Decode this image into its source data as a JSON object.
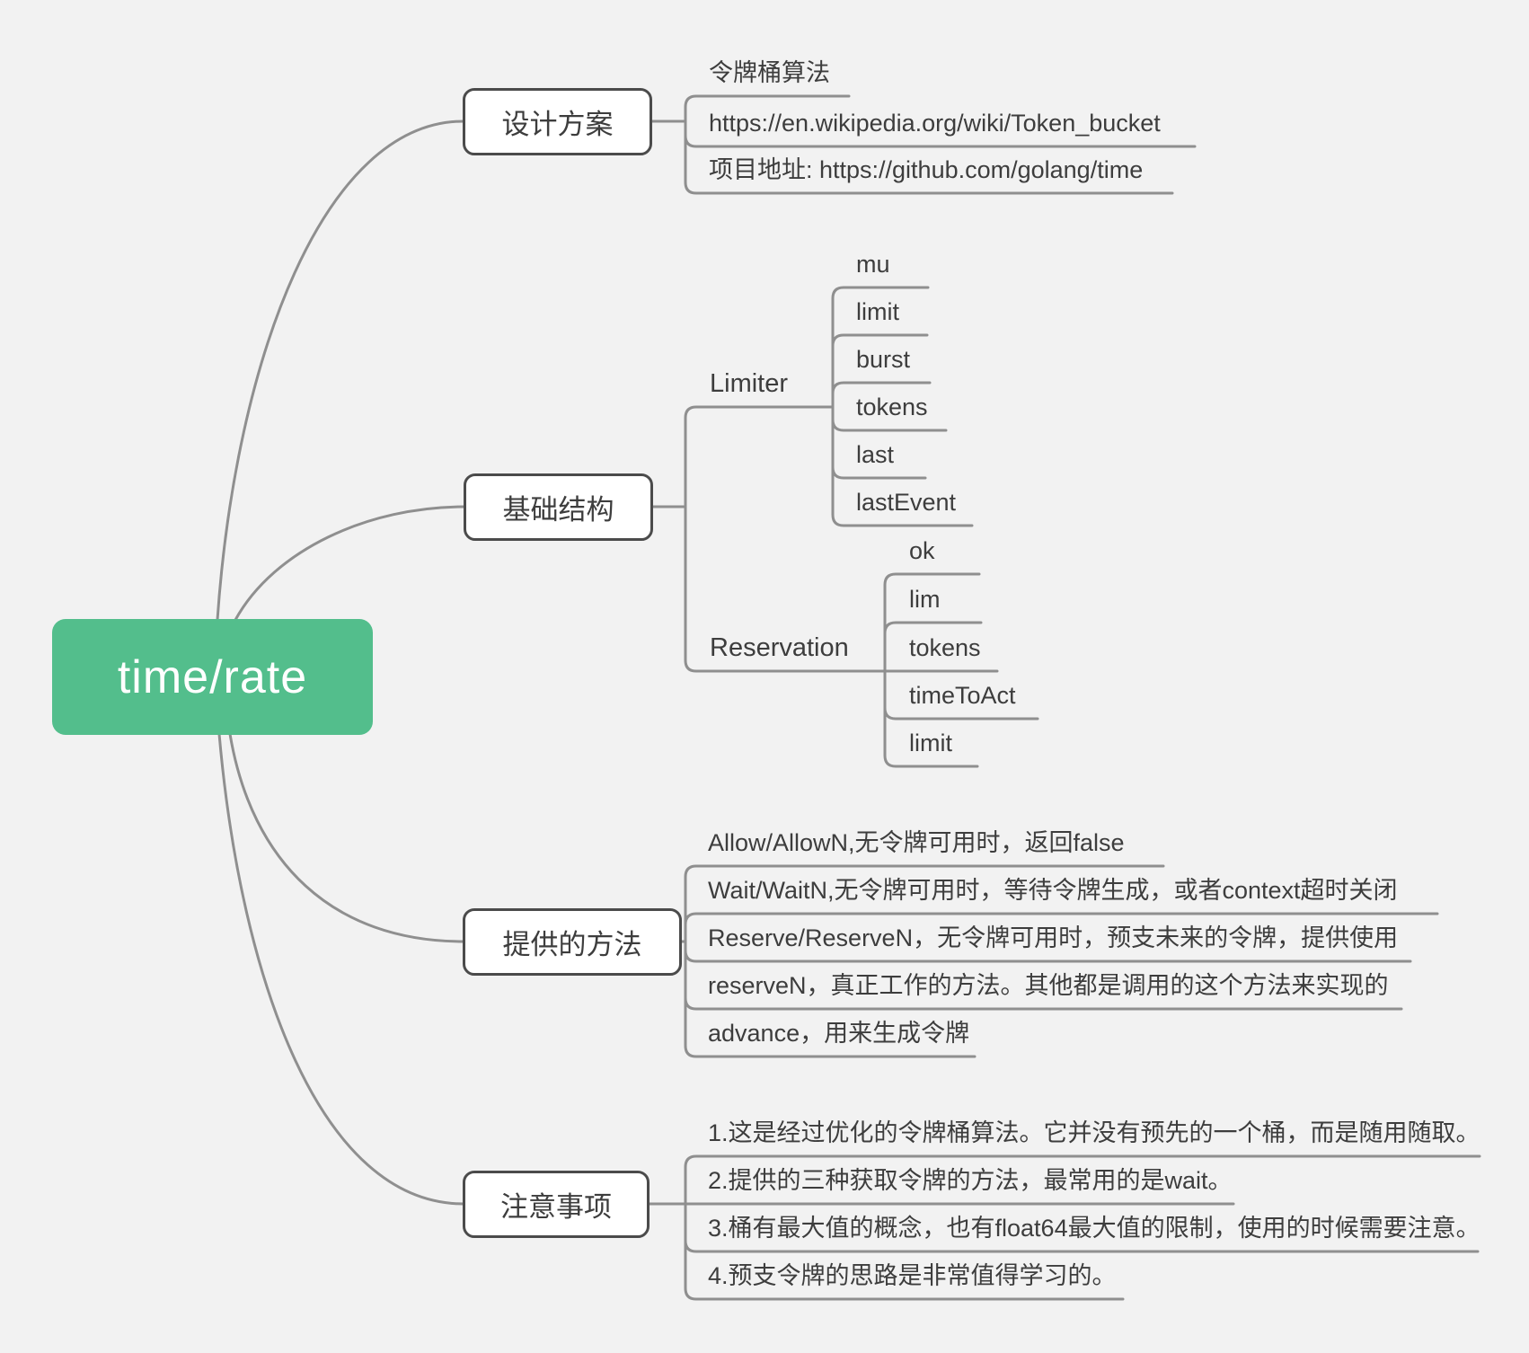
{
  "canvas": {
    "background_color": "#f2f2f2",
    "connector_color": "#8f8f8f",
    "node_border_color": "#4b4b4b",
    "text_color": "#3d3d3d"
  },
  "root": {
    "label": "time/rate",
    "bg_color": "#53be8c",
    "text_color": "#ffffff"
  },
  "branches": [
    {
      "label": "设计方案",
      "children": [
        "令牌桶算法",
        "https://en.wikipedia.org/wiki/Token_bucket",
        "项目地址: https://github.com/golang/time"
      ]
    },
    {
      "label": "基础结构",
      "children": [
        {
          "label": "Limiter",
          "children": [
            "mu",
            "limit",
            "burst",
            "tokens",
            "last",
            "lastEvent"
          ]
        },
        {
          "label": "Reservation",
          "children": [
            "ok",
            "lim",
            "tokens",
            "timeToAct",
            "limit"
          ]
        }
      ]
    },
    {
      "label": "提供的方法",
      "children": [
        "Allow/AllowN,无令牌可用时，返回false",
        "Wait/WaitN,无令牌可用时，等待令牌生成，或者context超时关闭",
        "Reserve/ReserveN，无令牌可用时，预支未来的令牌，提供使用",
        "reserveN，真正工作的方法。其他都是调用的这个方法来实现的",
        "advance，用来生成令牌"
      ]
    },
    {
      "label": "注意事项",
      "children": [
        "1.这是经过优化的令牌桶算法。它并没有预先的一个桶，而是随用随取。",
        "2.提供的三种获取令牌的方法，最常用的是wait。",
        "3.桶有最大值的概念，也有float64最大值的限制，使用的时候需要注意。",
        "4.预支令牌的思路是非常值得学习的。"
      ]
    }
  ]
}
